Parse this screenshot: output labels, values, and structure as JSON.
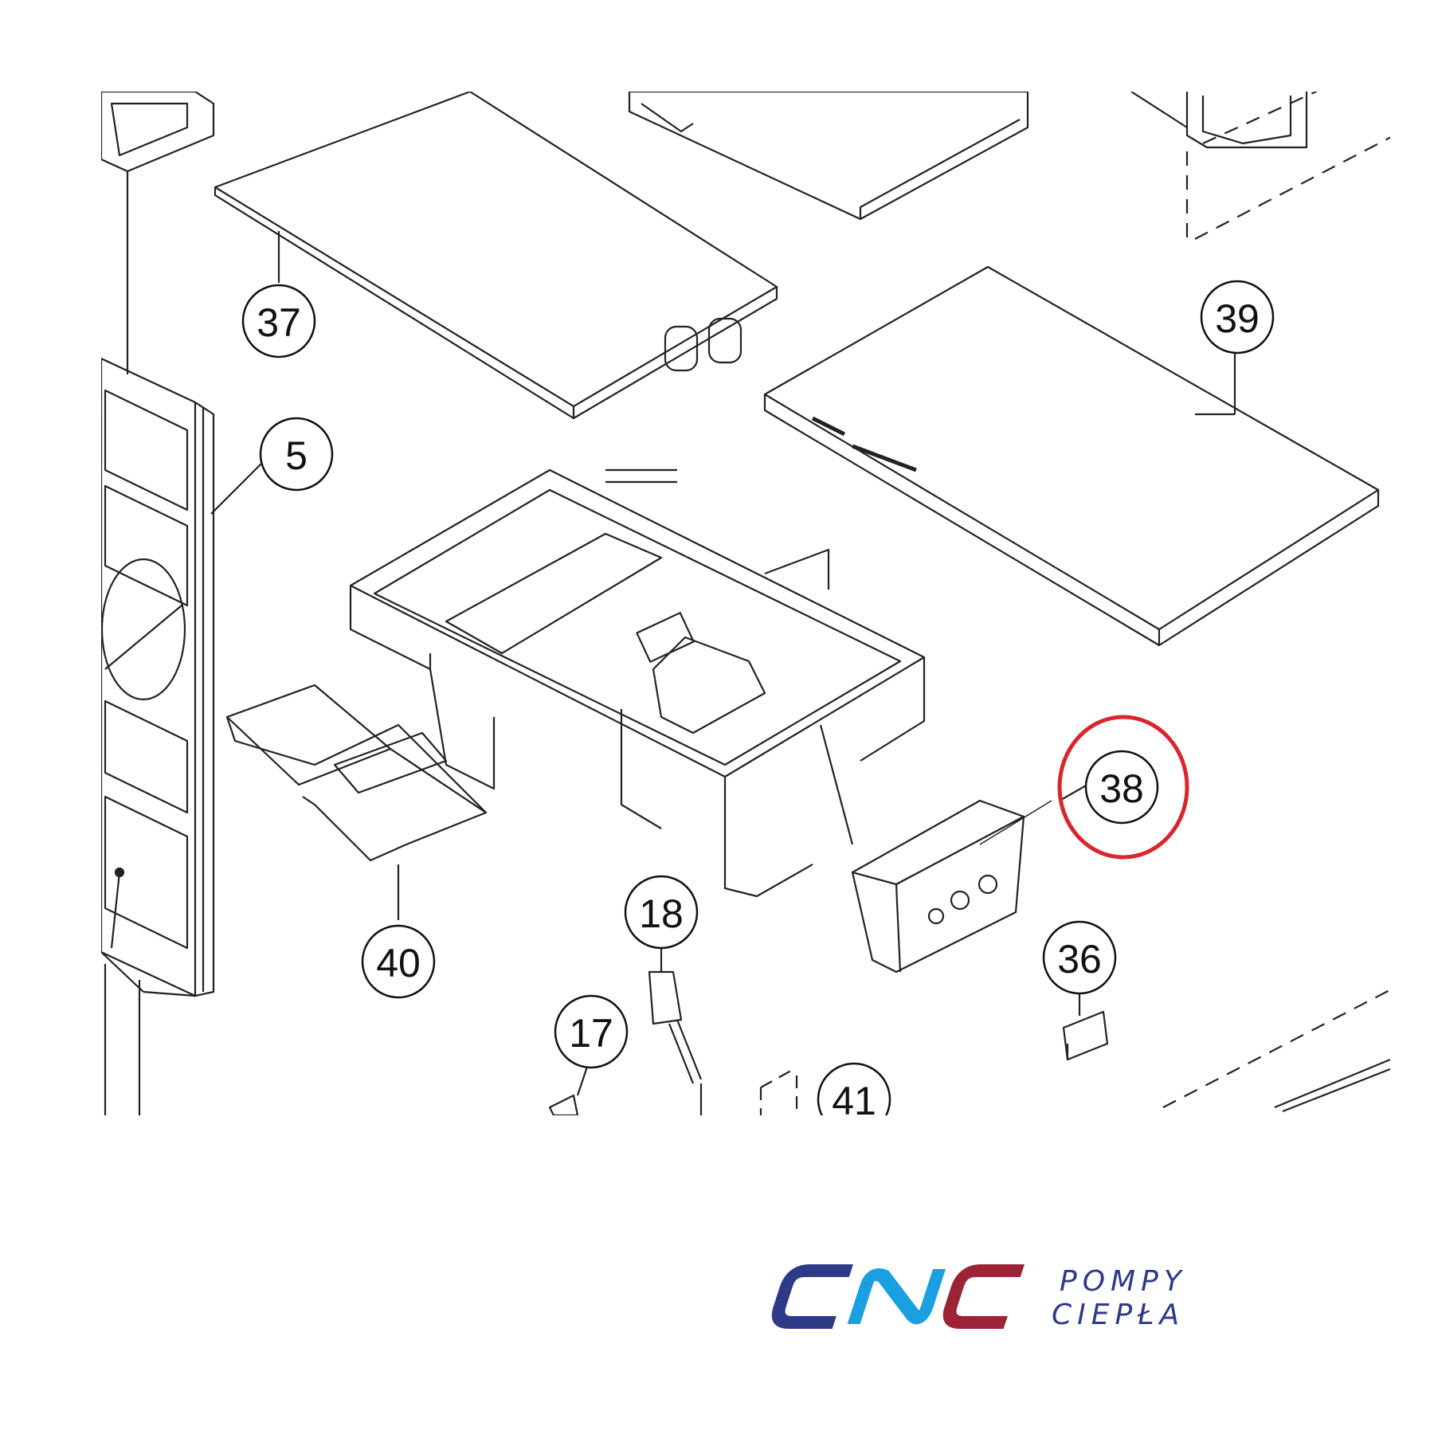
{
  "diagram": {
    "callouts": [
      {
        "id": "37",
        "label": "37"
      },
      {
        "id": "5",
        "label": "5"
      },
      {
        "id": "39",
        "label": "39"
      },
      {
        "id": "38",
        "label": "38"
      },
      {
        "id": "40",
        "label": "40"
      },
      {
        "id": "18",
        "label": "18"
      },
      {
        "id": "36",
        "label": "36"
      },
      {
        "id": "17",
        "label": "17"
      },
      {
        "id": "41",
        "label": "41"
      }
    ],
    "highlighted_part": "38",
    "highlight_color": "#d9262c"
  },
  "logo": {
    "letters": [
      "C",
      "N",
      "C"
    ],
    "line1": "POMPY",
    "line2": "CIEPŁA",
    "colors": {
      "navy": "#2e3a86",
      "blue": "#1aa0e0",
      "maroon": "#9b2335"
    }
  }
}
